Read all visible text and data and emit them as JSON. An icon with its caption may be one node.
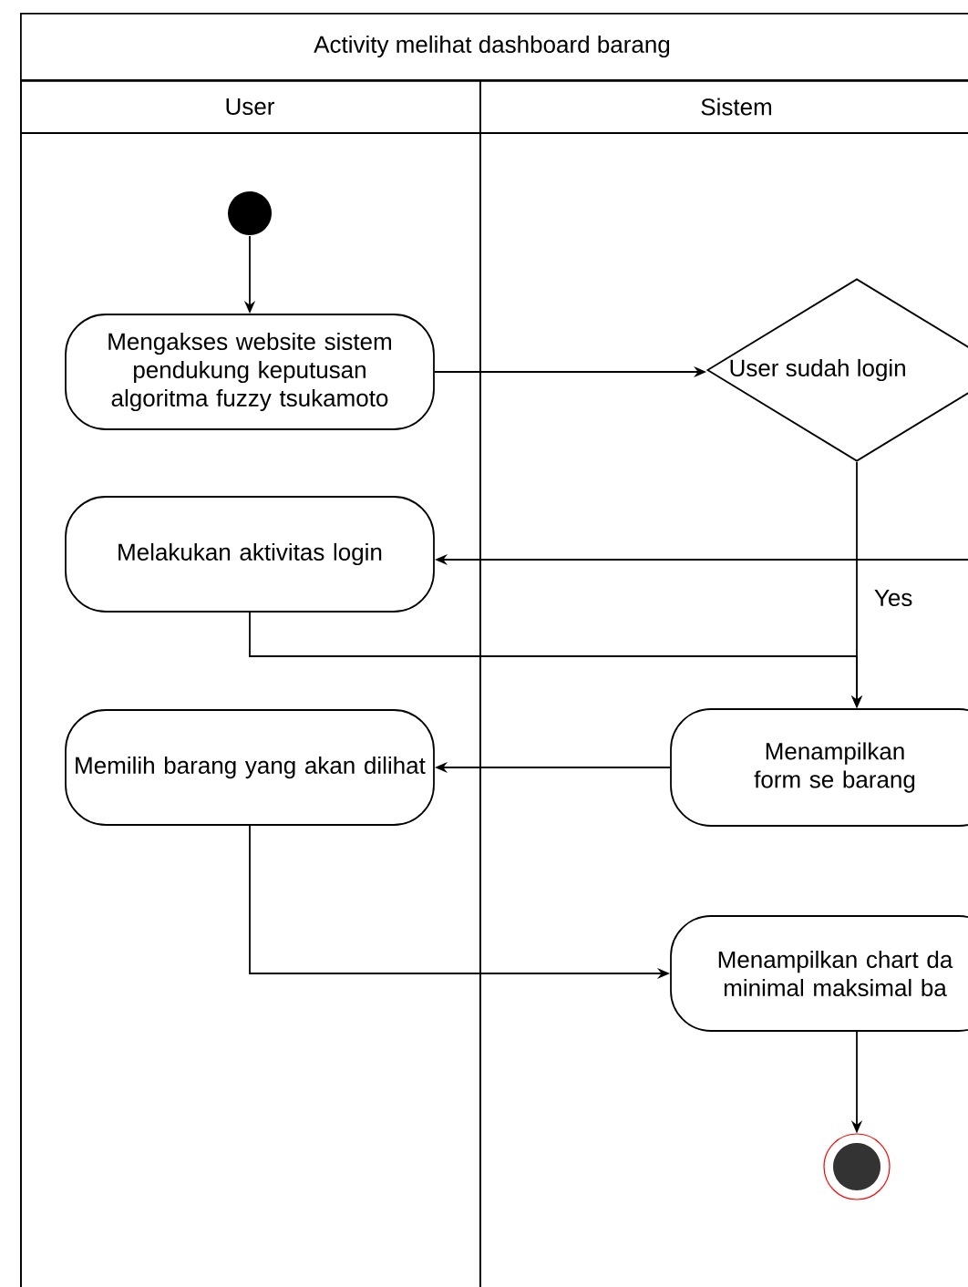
{
  "diagram": {
    "nodes": [
      {
        "text": [
          "Activity melihat dashboard barang"
        ]
      },
      {
        "text": [
          "User"
        ],
        "in": 0
      },
      {
        "text": [
          "Sistem"
        ],
        "in": 0
      },
      {
        "text": [],
        "shape": "circle",
        "in": 1
      },
      {
        "text": [
          "Mengakses website sistem pendukung keputusan algoritma fuzzy tsukamoto"
        ],
        "in": 1
      },
      {
        "text": [
          "User sudah login"
        ],
        "in": 2
      },
      {
        "text": [
          "Melakukan aktivitas login"
        ],
        "in": 1
      },
      {
        "text": [
          "Memilih barang yang akan dilihat"
        ],
        "in": 1
      },
      {
        "text": [
          "Menampilkan form se barang"
        ],
        "in": 2
      },
      {
        "text": [
          "Menampilkan chart da minimal maksimal ba"
        ],
        "in": 2
      },
      {
        "text": [],
        "shape": "circle",
        "in": 2
      }
    ],
    "edges": [
      {
        "from": 3,
        "to": 4,
        "arrow": "to"
      },
      {
        "from": 4,
        "to": 5,
        "arrow": "to"
      },
      {
        "from": null,
        "to": 6,
        "arrow": "to"
      },
      {
        "from": 5,
        "to": 8,
        "arrow": "to",
        "label": "Yes"
      },
      {
        "from": 6,
        "to": 8,
        "arrow": "to"
      },
      {
        "from": 8,
        "to": 7,
        "arrow": "to"
      },
      {
        "from": 7,
        "to": 9,
        "arrow": "to"
      },
      {
        "from": 9,
        "to": 10,
        "arrow": "to"
      }
    ]
  }
}
